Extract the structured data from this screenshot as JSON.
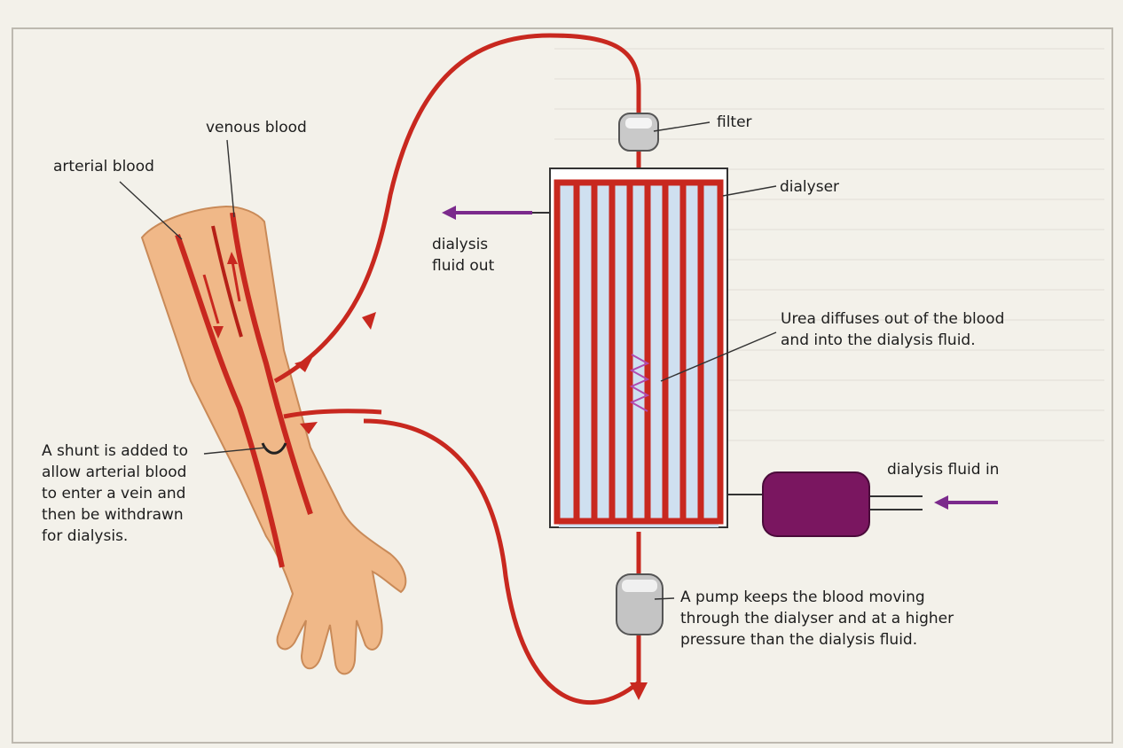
{
  "labels": {
    "arterial_blood": "arterial blood",
    "venous_blood": "venous blood",
    "shunt": [
      "A shunt is added to",
      "allow arterial blood",
      "to enter a vein and",
      "then be withdrawn",
      "for dialysis."
    ],
    "dialysis_fluid_out": [
      "dialysis",
      "fluid out"
    ],
    "filter": "filter",
    "dialyser": "dialyser",
    "urea": [
      "Urea diffuses out of the blood",
      "and into the dialysis fluid."
    ],
    "dialysis_fluid_in": "dialysis fluid in",
    "pump": [
      "A pump keeps the blood moving",
      "through the dialyser and at a higher",
      "pressure than the dialysis fluid."
    ]
  },
  "colors": {
    "blood": "#c8281f",
    "fluid_arrow": "#7b2a8c",
    "dialyser_fluid": "#cfe0f0",
    "fluid_pump": "#7a1660",
    "skin": "#f0b888",
    "background": "#f3f1ea"
  }
}
